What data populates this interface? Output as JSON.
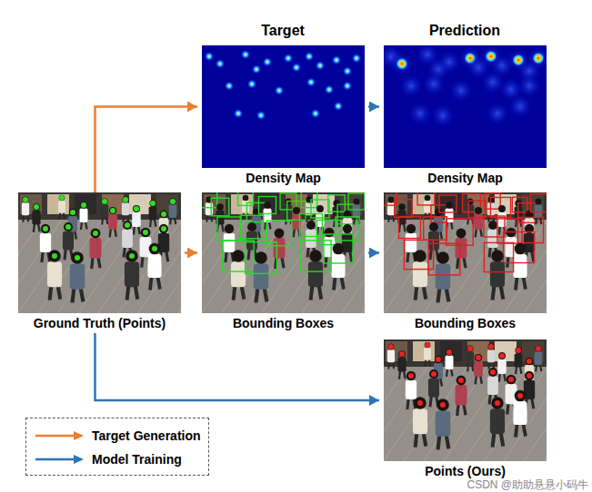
{
  "diagram": {
    "nodes": [
      {
        "text": [
          "Density Map"
        ]
      },
      {
        "text": [
          "Density Map"
        ]
      },
      {
        "text": [
          "Ground Truth (Points)"
        ]
      },
      {
        "text": [
          "Bounding Boxes"
        ]
      },
      {
        "text": [
          "Bounding Boxes"
        ]
      },
      {
        "text": [
          "Points (Ours)"
        ]
      }
    ],
    "edges": [
      {
        "from": 2,
        "to": 0,
        "arrow": "to"
      },
      {
        "from": 2,
        "to": 3,
        "arrow": "to"
      },
      {
        "from": 0,
        "to": 1,
        "arrow": "to"
      },
      {
        "from": 3,
        "to": 4,
        "arrow": "to"
      },
      {
        "from": 2,
        "to": 5,
        "arrow": "to"
      }
    ],
    "labels": [
      "Target",
      "Prediction",
      "CSDN @助助悬悬小码牛"
    ],
    "legend": [
      {
        "text": "Target Generation"
      },
      {
        "text": "Model Training"
      }
    ]
  }
}
